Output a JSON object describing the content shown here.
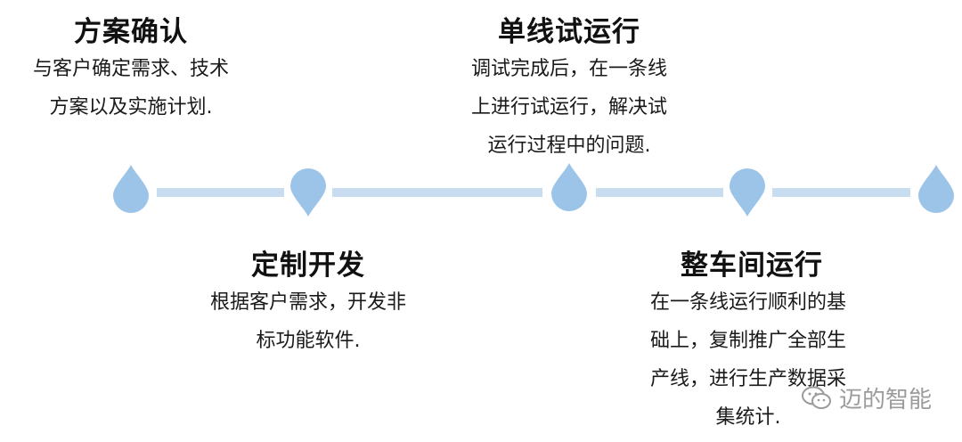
{
  "steps": [
    {
      "title": "方案确认",
      "lines": [
        "与客户确定需求、技术",
        "方案以及实施计划."
      ]
    },
    {
      "title": "定制开发",
      "lines": [
        "根据客户需求，开发非",
        "标功能软件."
      ]
    },
    {
      "title": "单线试运行",
      "lines": [
        "调试完成后，在一条线",
        "上进行试运行，解决试",
        "运行过程中的问题."
      ]
    },
    {
      "title": "整车间运行",
      "lines": [
        "在一条线运行顺利的基",
        "础上，复制推广全部生",
        "产线，进行生产数据采",
        "集统计."
      ]
    }
  ],
  "watermark": {
    "text": "迈的智能",
    "icon": "wechat-icon"
  },
  "colors": {
    "drop": "#9cc3e8",
    "bar": "#c9ddf0",
    "text": "#111111"
  }
}
